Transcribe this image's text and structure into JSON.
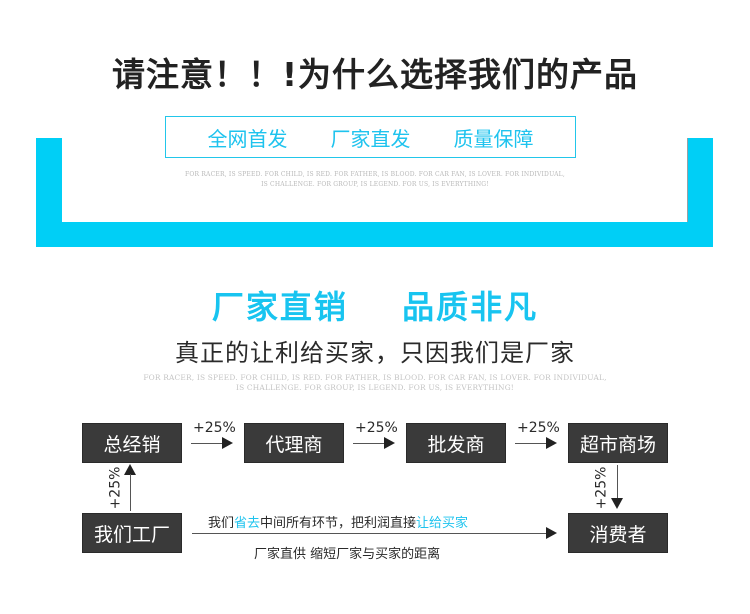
{
  "header": {
    "title": "请注意！！!为什么选择我们的产品"
  },
  "features": {
    "items": [
      "全网首发",
      "厂家直发",
      "质量保障"
    ]
  },
  "motto": {
    "line1": "FOR RACER, IS SPEED. FOR CHILD, IS RED. FOR FATHER, IS BLOOD. FOR CAR FAN, IS LOVER. FOR INDIVIDUAL,",
    "line2": "IS CHALLENGE. FOR GROUP, IS LEGEND. FOR US, IS EVERYTHING!"
  },
  "slogan": {
    "main": "厂家直销  品质非凡",
    "sub": "真正的让利给买家，只因我们是厂家"
  },
  "flow": {
    "nodes": {
      "distributor": "总经销",
      "agent": "代理商",
      "wholesaler": "批发商",
      "supermarket": "超市商场",
      "factory": "我们工厂",
      "consumer": "消费者"
    },
    "markup": "+25%",
    "note_top": {
      "part1": "我们",
      "part2_highlight": "省去",
      "part3": "中间所有环节，把利润直接",
      "part4_highlight": "让给买家"
    },
    "note_bottom": "厂家直供 缩短厂家与买家的距离"
  },
  "colors": {
    "accent": "#00cff6",
    "highlight_text": "#1ec3ee",
    "node_bg": "#3a3a3a",
    "headline": "#222222"
  }
}
